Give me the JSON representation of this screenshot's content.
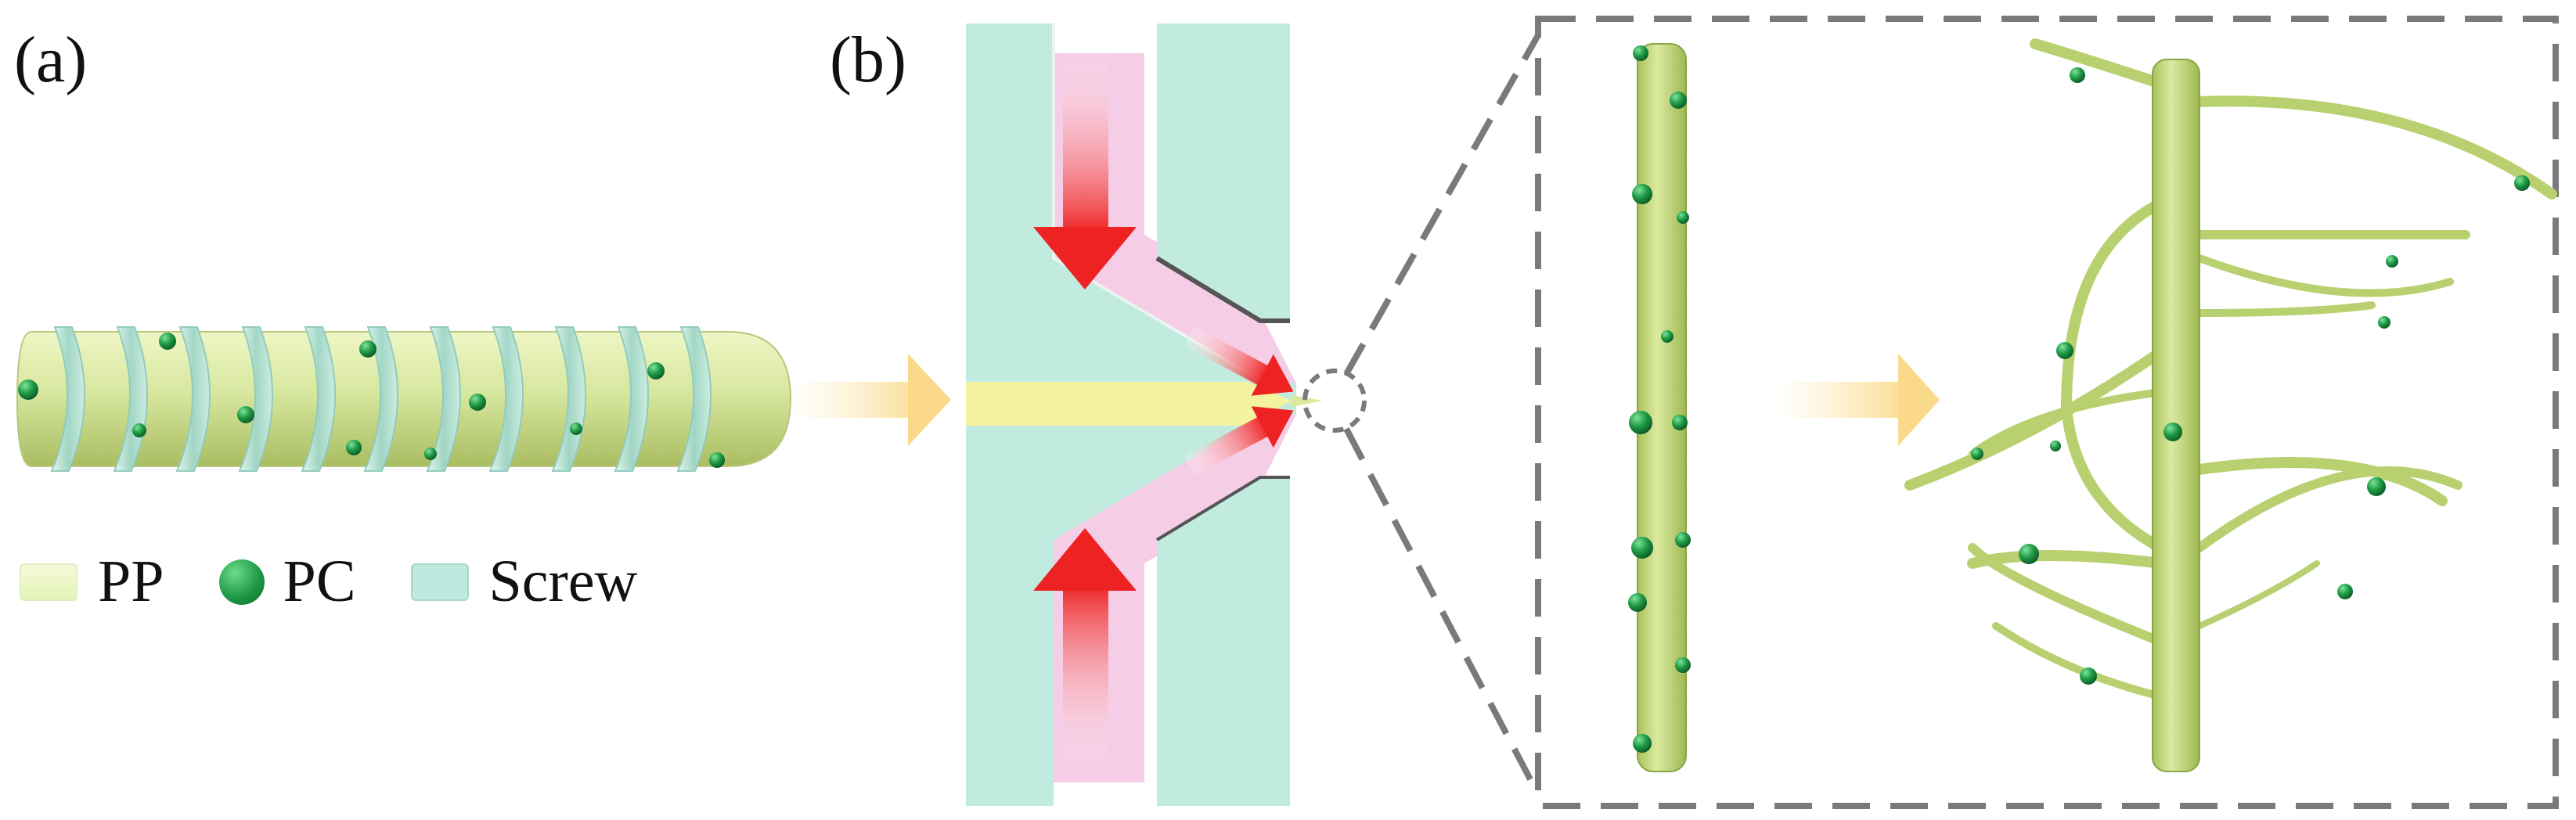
{
  "panels": {
    "a_label": "(a)",
    "b_label": "(b)"
  },
  "legend": [
    {
      "key": "pp",
      "label": "PP"
    },
    {
      "key": "pc",
      "label": "PC"
    },
    {
      "key": "screw",
      "label": "Screw"
    }
  ],
  "colors": {
    "pp": "#d9ea9d",
    "pc": "#1f9a46",
    "screw": "#bfe9de",
    "melt_channel": "#f6cde6",
    "flow_arrow": "#ee2222",
    "process_arrow": "#fbd98a",
    "frame": "#7a7a7a"
  },
  "icons": [
    "screw-icon",
    "die-icon",
    "flow-arrow-icon",
    "fiber-icon",
    "branched-fiber-icon",
    "process-arrow-icon"
  ]
}
